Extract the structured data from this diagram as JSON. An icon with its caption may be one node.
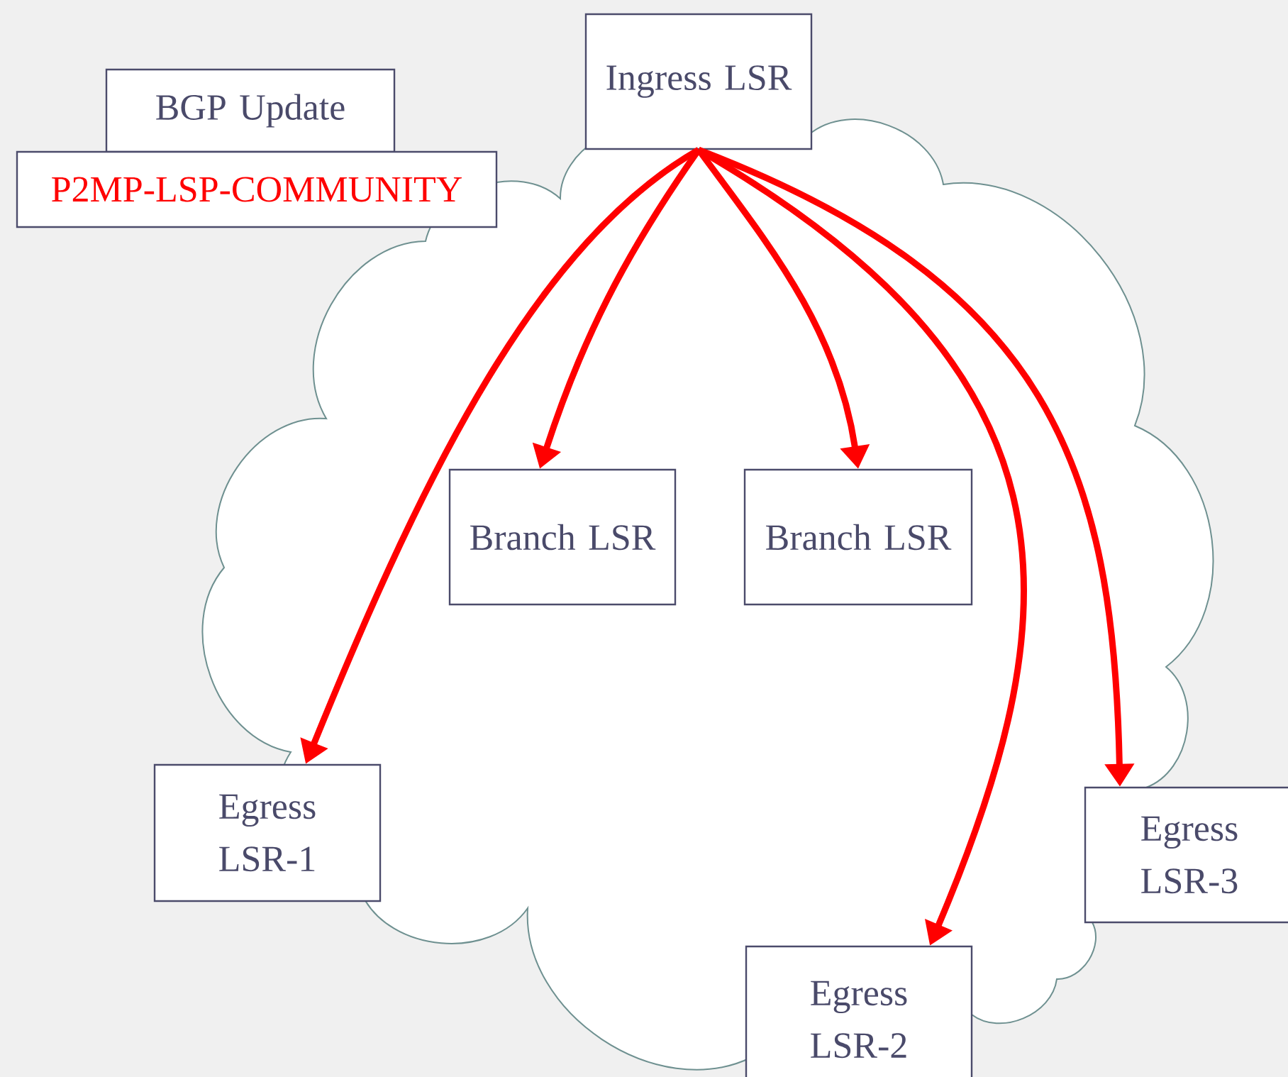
{
  "diagram": {
    "nodes": [
      {
        "text": [
          "BGP Update"
        ]
      },
      {
        "text": [
          "P2MP-LSP-COMMUNITY"
        ]
      },
      {
        "text": [
          "Ingress LSR"
        ]
      },
      {
        "text": [
          "Branch LSR"
        ]
      },
      {
        "text": [
          "Branch LSR"
        ]
      },
      {
        "text": [
          "Egress LSR-1"
        ]
      },
      {
        "text": [
          "Egress LSR-3"
        ]
      },
      {
        "text": [
          "Egress LSR-2"
        ]
      }
    ],
    "edges": [
      {
        "from": 2,
        "to": 5,
        "arrow": "to"
      },
      {
        "from": 2,
        "to": 3,
        "arrow": "to"
      },
      {
        "from": 2,
        "to": 4,
        "arrow": "to"
      },
      {
        "from": 2,
        "to": 7,
        "arrow": "to"
      },
      {
        "from": 2,
        "to": 6,
        "arrow": "to"
      }
    ]
  }
}
